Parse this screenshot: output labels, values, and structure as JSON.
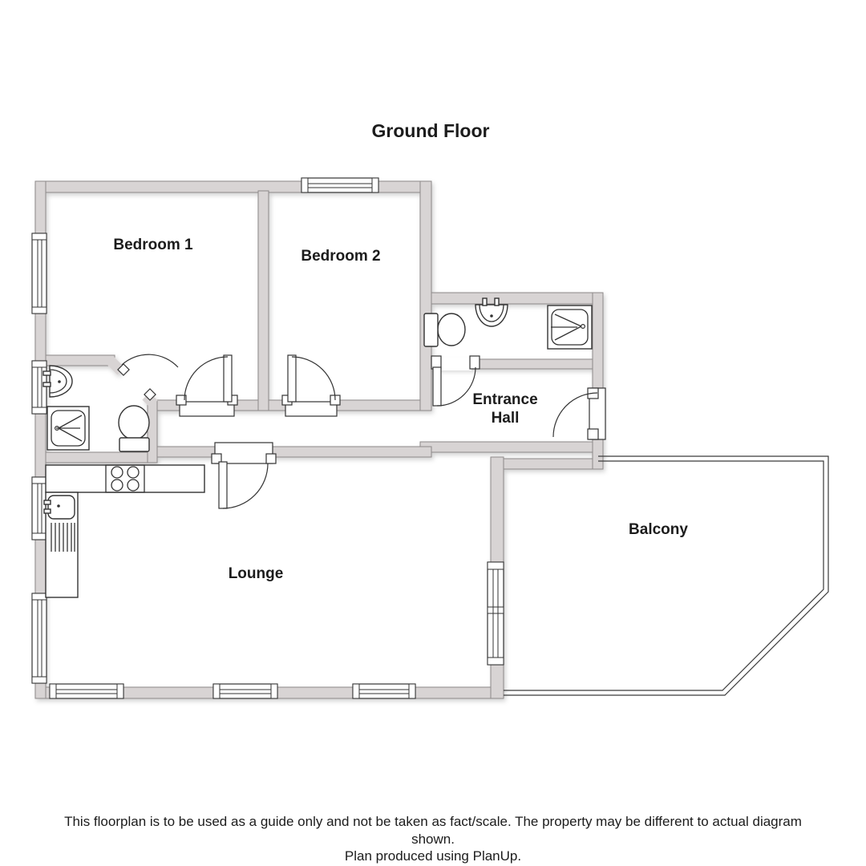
{
  "title": "Ground Floor",
  "labels": {
    "bedroom1": "Bedroom 1",
    "bedroom2": "Bedroom 2",
    "entrance_hall_line1": "Entrance",
    "entrance_hall_line2": "Hall",
    "lounge": "Lounge",
    "balcony": "Balcony"
  },
  "footer": {
    "line1": "This floorplan is to be used as a guide only and not be taken as fact/scale. The property may be different to actual diagram",
    "line2": "shown.",
    "line3": "Plan produced using PlanUp."
  },
  "fixtures": {
    "top_bathroom": [
      "toilet-icon",
      "wash-basin-icon",
      "shower-icon"
    ],
    "left_bathroom": [
      "wash-basin-icon",
      "shower-icon",
      "toilet-icon"
    ],
    "kitchen": [
      "hob-icon",
      "kitchen-sink-icon",
      "drainer-icon"
    ]
  },
  "colors": {
    "wall_fill": "#d8d4d4",
    "wall_outline": "#8d8989",
    "line": "#333333",
    "text": "#1c1c1c",
    "floor": "#ffffff"
  }
}
